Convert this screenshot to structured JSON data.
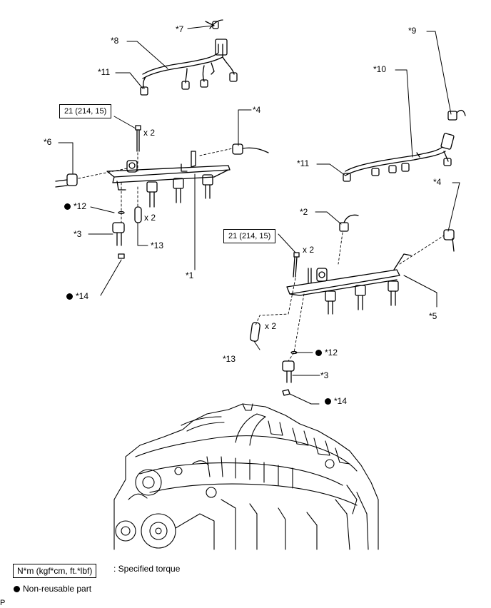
{
  "callouts": {
    "c1": "*1",
    "c2": "*2",
    "c3a": "*3",
    "c3b": "*3",
    "c4a": "*4",
    "c4b": "*4",
    "c5": "*5",
    "c6": "*6",
    "c7": "*7",
    "c8": "*8",
    "c9": "*9",
    "c10": "*10",
    "c11a": "*11",
    "c11b": "*11",
    "c12a": "*12",
    "c12b": "*12",
    "c13a": "*13",
    "c13b": "*13",
    "c14a": "*14",
    "c14b": "*14"
  },
  "torque": {
    "left": "21 (214, 15)",
    "right": "21 (214, 15)"
  },
  "qty": {
    "bolt_left": "x 2",
    "bolt_right": "x 2",
    "sleeve_left": "x 2",
    "sleeve_right": "x 2"
  },
  "legend": {
    "torque_box": "N*m (kgf*cm, ft.*lbf)",
    "torque_desc": ": Specified torque",
    "nonreusable": "Non-reusable part"
  },
  "corner_code": "P"
}
